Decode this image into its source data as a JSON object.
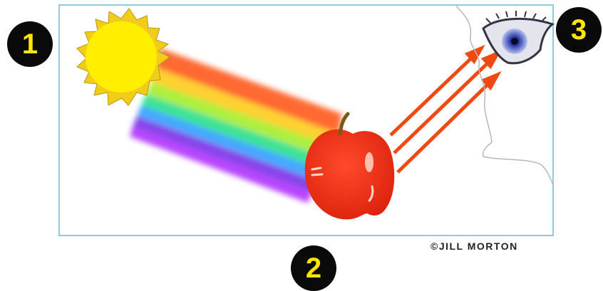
{
  "markers": [
    {
      "label": "1",
      "meaning": "light source (sun)"
    },
    {
      "label": "2",
      "meaning": "object (apple)"
    },
    {
      "label": "3",
      "meaning": "observer (eye)"
    }
  ],
  "credit": "©JILL MORTON",
  "colors": {
    "frame": "#8ec9e6",
    "badge_bg": "#0a0a0a",
    "badge_text": "#ffe600",
    "sun": "#ffee00",
    "sun_rays": "#f2cc1a",
    "apple": "#f0301a",
    "reflected_rays": "#f04a12",
    "spectrum": [
      "#ff5a1a",
      "#ffcc1a",
      "#a5ee2a",
      "#2ae08a",
      "#30a0ff",
      "#7a30e8",
      "#b030ff"
    ]
  }
}
